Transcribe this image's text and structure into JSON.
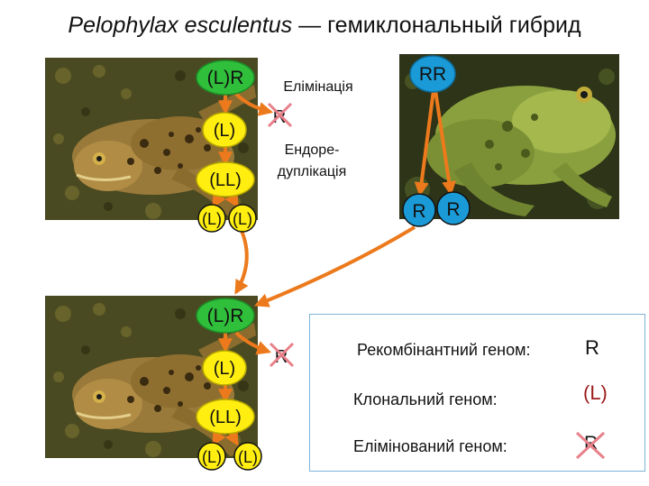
{
  "title": {
    "latin": "Pelophylax esculentus",
    "dash": " — ",
    "rest": "гемиклональный гибрид"
  },
  "labels": {
    "elimination": "Елімінація",
    "endoreduplication_line1": "Ендоре-",
    "endoreduplication_line2": "дуплікація"
  },
  "nodes": {
    "top_lr": "(L)R",
    "top_l": "(L)",
    "top_ll": "(LL)",
    "top_l_left": "(L)",
    "top_l_right": "(L)",
    "top_r_eliminated": "R",
    "rr": "RR",
    "r_left": "R",
    "r_right": "R",
    "bottom_lr": "(L)R",
    "bottom_l": "(L)",
    "bottom_ll": "(LL)",
    "bottom_l_left": "(L)",
    "bottom_l_right": "(L)",
    "bottom_r_eliminated": "R"
  },
  "legend": {
    "recombinant_label": "Рекомбінантний геном:",
    "recombinant_symbol": "R",
    "clonal_label": "Клональний геном:",
    "clonal_symbol": "(L)",
    "eliminated_label": "Елімінований геном:",
    "eliminated_symbol": "R"
  },
  "colors": {
    "hybrid_node": "#2fbf3a",
    "clonal_node": "#ffee10",
    "ridibundus_node": "#1a9ad6",
    "arrow": "#ec7a1c",
    "cross": "#e8808a",
    "clonal_text": "#9c1c1c"
  }
}
